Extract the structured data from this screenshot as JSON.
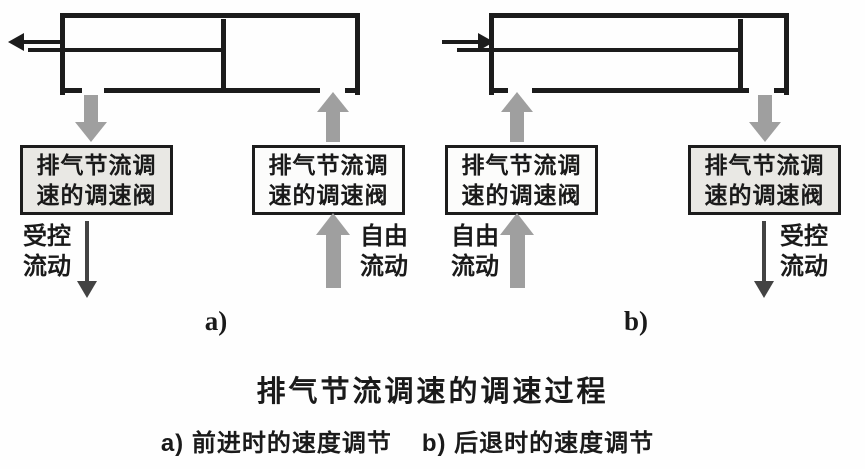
{
  "caption": {
    "title": "排气节流调速的调速过程",
    "sub_a": "a) 前进时的速度调节",
    "sub_b": "b) 后退时的速度调节"
  },
  "valve_label": {
    "line1": "排气节流调",
    "line2": "速的调速阀"
  },
  "flow": {
    "controlled_line1": "受控",
    "controlled_line2": "流动",
    "free_line1": "自由",
    "free_line2": "流动"
  },
  "diagram_labels": {
    "a": "a)",
    "b": "b)"
  },
  "colors": {
    "line_black": "#1c1c1c",
    "arrow_gray": "#9f9f9f",
    "arrow_dark_gray": "#434343",
    "valve_box_shaded_bg": "#e9e8e4",
    "valve_box_plain_bg": "#fcfcfb",
    "page_background": "#fefefe"
  }
}
